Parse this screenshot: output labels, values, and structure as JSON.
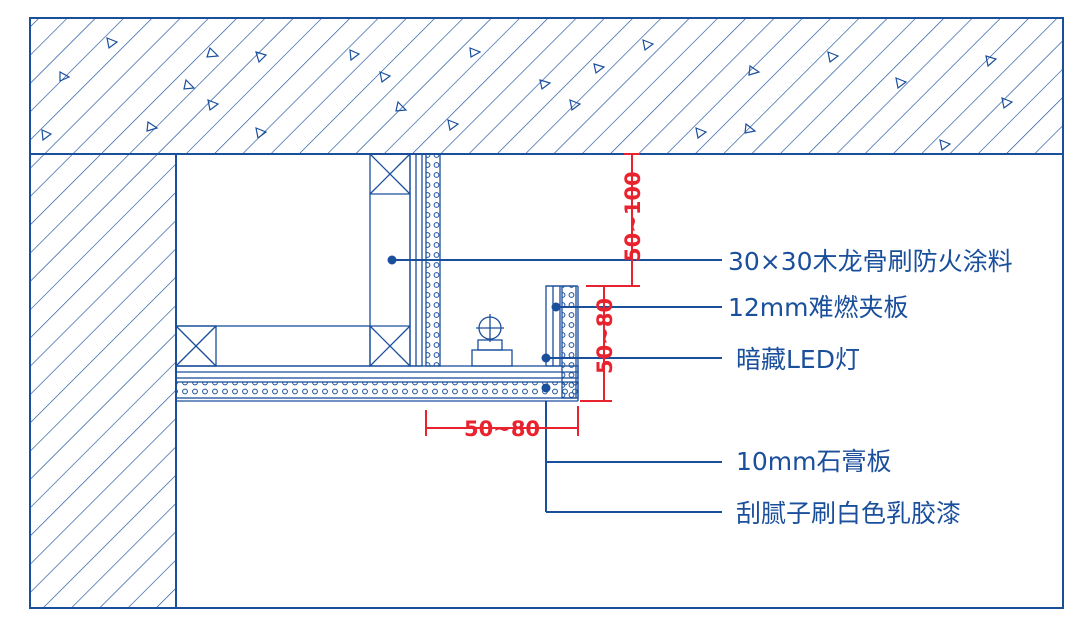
{
  "labels": {
    "keel": "30×30木龙骨刷防火涂料",
    "board": "12mm难燃夹板",
    "led": "暗藏LED灯",
    "gypsum": "10mm石膏板",
    "paint": "刮腻子刷白色乳胶漆"
  },
  "dimensions": {
    "top_gap": "50~100",
    "side_height": "50~80",
    "bottom_width": "50~80"
  },
  "colors": {
    "line": "#1a4f9c",
    "dimension": "#e8232e",
    "background": "#ffffff"
  }
}
